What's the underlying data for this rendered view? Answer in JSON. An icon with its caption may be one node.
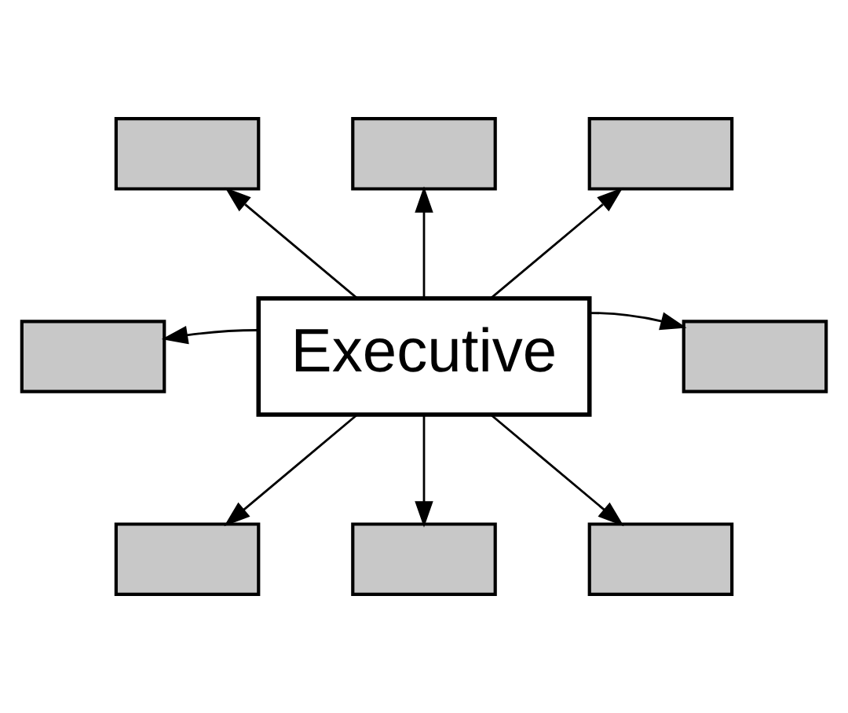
{
  "diagram": {
    "nodes": [
      {
        "text": [],
        "shape": "box"
      },
      {
        "text": [],
        "shape": "box"
      },
      {
        "text": [],
        "shape": "box"
      },
      {
        "text": [],
        "shape": "box"
      },
      {
        "text": [
          "Executive"
        ]
      },
      {
        "text": [],
        "shape": "box"
      },
      {
        "text": [],
        "shape": "box"
      },
      {
        "text": [],
        "shape": "box"
      },
      {
        "text": [],
        "shape": "box"
      }
    ],
    "edges": [
      {
        "from": 4,
        "to": 0,
        "arrow": "to"
      },
      {
        "from": 4,
        "to": 1,
        "arrow": "to"
      },
      {
        "from": 4,
        "to": 2,
        "arrow": "to"
      },
      {
        "from": 4,
        "to": 3,
        "arrow": "to"
      },
      {
        "from": 4,
        "to": 5,
        "arrow": "to"
      },
      {
        "from": 4,
        "to": 6,
        "arrow": "to"
      },
      {
        "from": 4,
        "to": 7,
        "arrow": "to"
      },
      {
        "from": 4,
        "to": 8,
        "arrow": "to"
      }
    ]
  }
}
